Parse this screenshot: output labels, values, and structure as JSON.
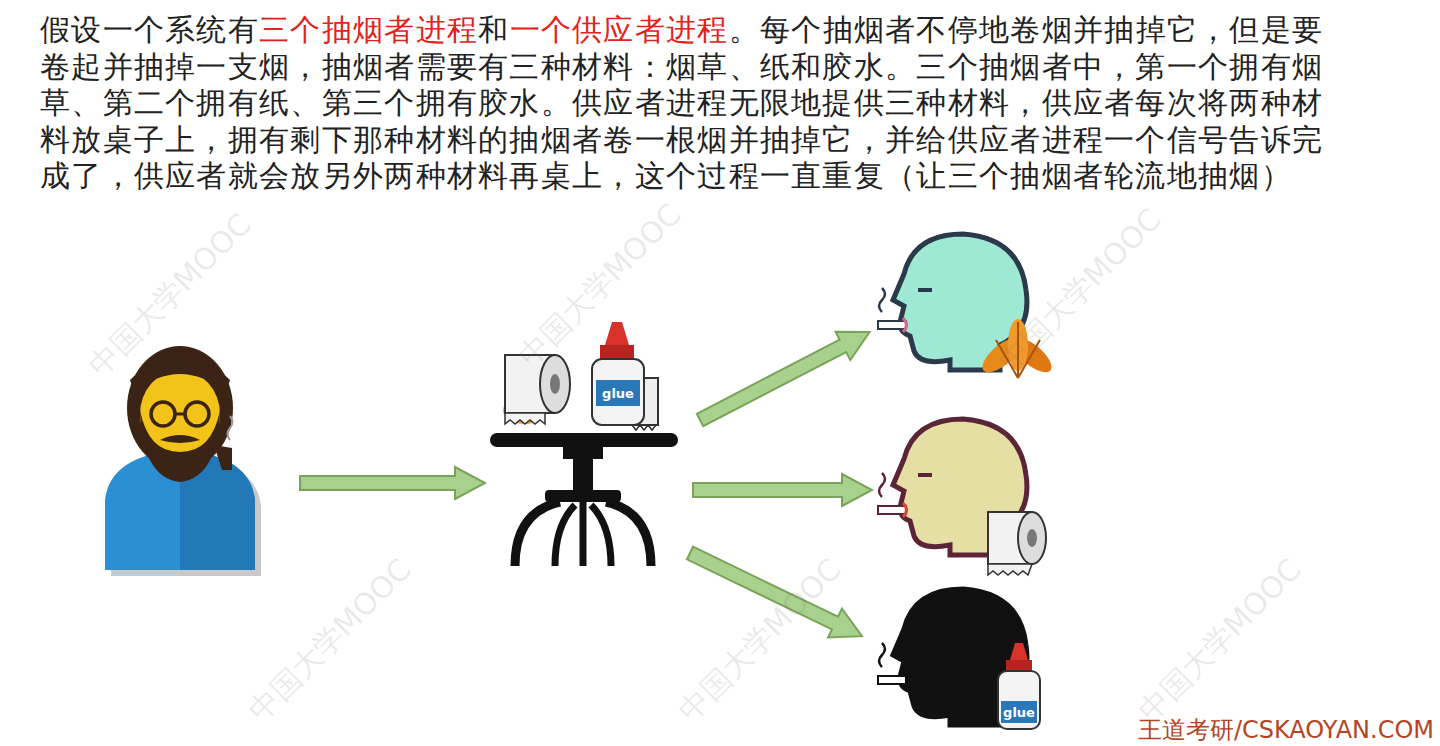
{
  "diagram": {
    "labels": [
      "假设一个系统有",
      "三个抽烟者进程",
      "和",
      "一个供应者进程",
      "。每个抽烟者不停地卷烟并抽掉它，但是要卷起并抽掉一支烟，抽烟者需要有三种材料：烟草、纸和胶水。三个抽烟者中，第一个拥有烟草、第二个拥有纸、第三个拥有胶水。供应者进程无限地提供三种材料，供应者每次将两种材料放桌子上，拥有剩下那种材料的抽烟者卷一根烟并抽掉它，并给供应者进程一个信号告诉完成了，供应者就会放另外两种材料再桌上，这个过程一直重复（让三个抽烟者轮流地抽烟）",
      "glue",
      "glue",
      "中国大学MOOC",
      "中国大学MOOC",
      "中国大学MOOC",
      "中国大学MOOC",
      "中国大学MOOC",
      "中国大学MOOC",
      "王道考研/CSKAOYAN.COM"
    ]
  }
}
